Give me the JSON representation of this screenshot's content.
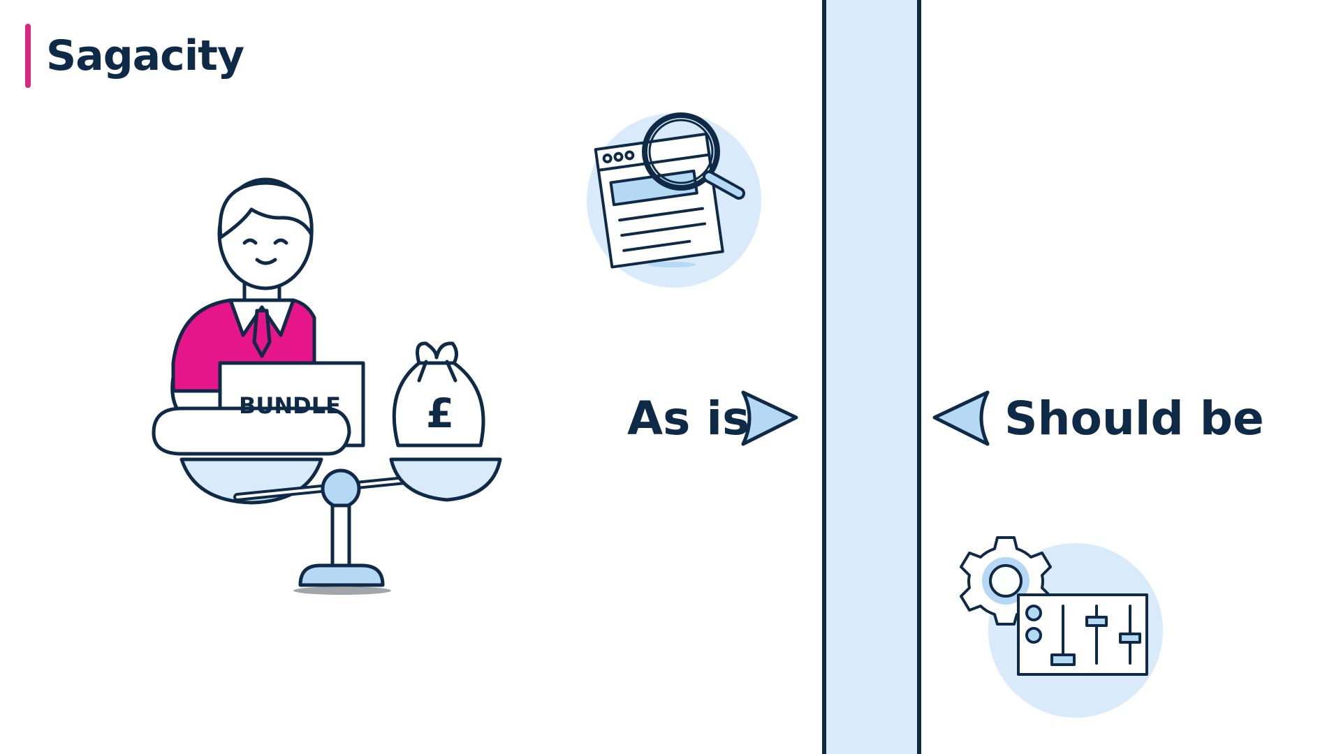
{
  "brand": {
    "name": "Sagacity",
    "accent": "#d6287f"
  },
  "colors": {
    "navy": "#0e2a47",
    "light_blue": "#d9ebfb",
    "mid_blue": "#b5d8f5",
    "magenta": "#e6158a"
  },
  "illustration": {
    "box_label": "BUNDLE",
    "currency_symbol": "£"
  },
  "comparison": {
    "current_label": "As is",
    "target_label": "Should be"
  },
  "icons": {
    "person": "businessman-icon",
    "scale": "balance-scale-icon",
    "money": "money-bag-icon",
    "search": "browser-magnifier-icon",
    "settings": "gear-sliders-icon"
  }
}
